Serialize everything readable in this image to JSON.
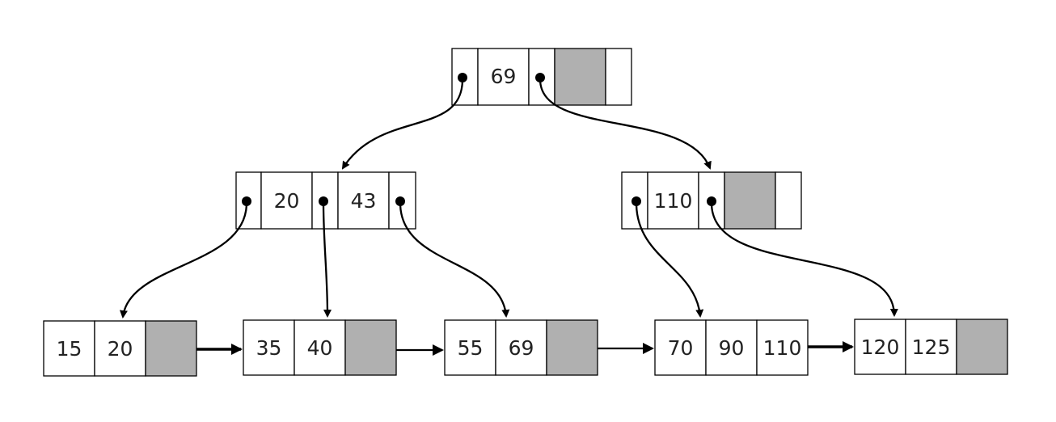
{
  "diagram": {
    "colors": {
      "empty_slot": "#b0b0b0",
      "line": "#000000",
      "text": "#222222"
    },
    "root": {
      "keys": [
        "69"
      ]
    },
    "internal": [
      {
        "keys": [
          "20",
          "43"
        ]
      },
      {
        "keys": [
          "110"
        ]
      }
    ],
    "leaves": [
      {
        "keys": [
          "15",
          "20"
        ]
      },
      {
        "keys": [
          "35",
          "40"
        ]
      },
      {
        "keys": [
          "55",
          "69"
        ]
      },
      {
        "keys": [
          "70",
          "90",
          "110"
        ]
      },
      {
        "keys": [
          "120",
          "125"
        ]
      }
    ]
  }
}
